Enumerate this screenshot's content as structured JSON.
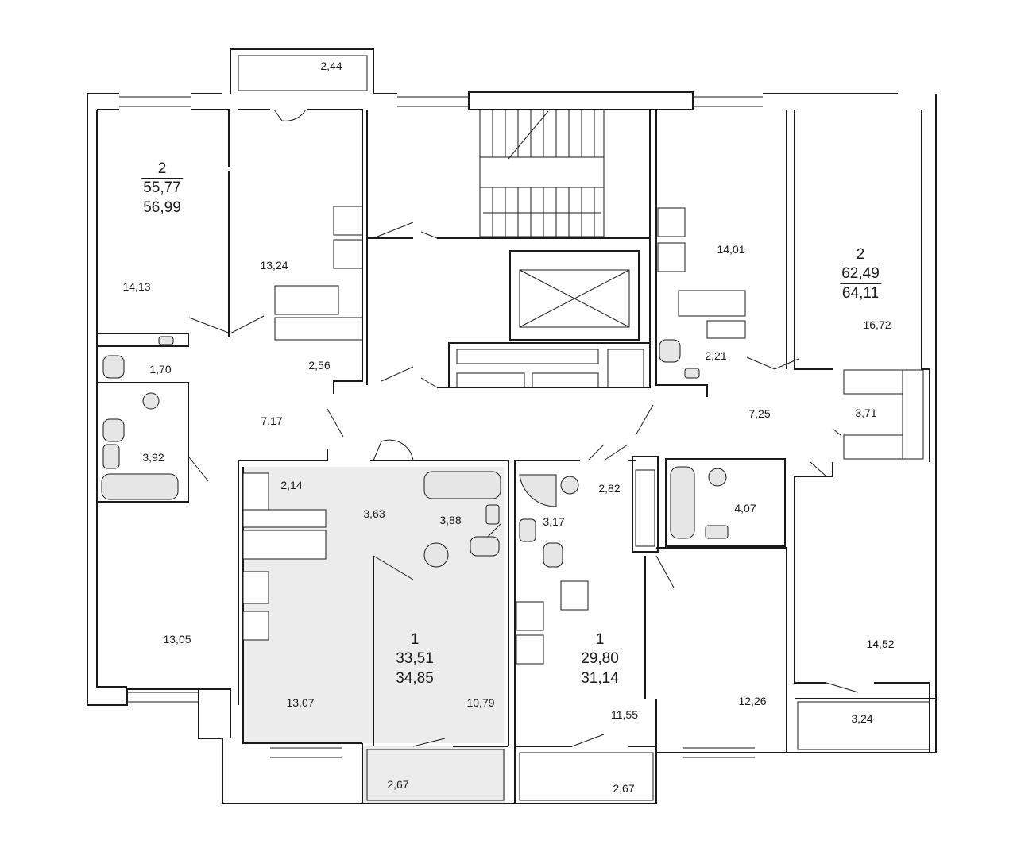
{
  "plan": {
    "colors": {
      "wall": "#1a1a1a",
      "highlight": "#ececec",
      "background": "#ffffff",
      "fixture": "#e6e6e6"
    },
    "room_areas": [
      "2,44",
      "14,13",
      "13,24",
      "1,70",
      "2,56",
      "3,92",
      "7,17",
      "14,01",
      "16,72",
      "2,21",
      "7,25",
      "3,71",
      "2,14",
      "3,63",
      "3,88",
      "13,07",
      "10,79",
      "2,67",
      "2,82",
      "3,17",
      "4,07",
      "11,55",
      "12,26",
      "2,67",
      "13,05",
      "14,52",
      "3,24"
    ],
    "apartments": [
      {
        "rooms": "2",
        "living_area": "55,77",
        "total_area": "56,99"
      },
      {
        "rooms": "2",
        "living_area": "62,49",
        "total_area": "64,11"
      },
      {
        "rooms": "1",
        "living_area": "33,51",
        "total_area": "34,85"
      },
      {
        "rooms": "1",
        "living_area": "29,80",
        "total_area": "31,14"
      }
    ]
  }
}
